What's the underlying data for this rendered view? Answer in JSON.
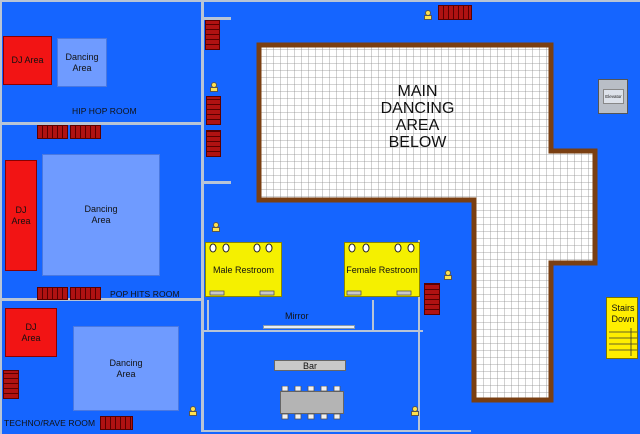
{
  "main_floor": {
    "label_lines": [
      "MAIN",
      "DANCING",
      "AREA",
      "BELOW"
    ]
  },
  "hip_hop_room": {
    "name": "HIP HOP ROOM",
    "dj": "DJ Area",
    "dance_lines": [
      "Dancing",
      "Area"
    ]
  },
  "pop_room": {
    "name": "POP HITS ROOM",
    "dj_lines": [
      "DJ",
      "Area"
    ],
    "dance_lines": [
      "Dancing",
      "Area"
    ]
  },
  "techno_room": {
    "name": "TECHNO/RAVE ROOM",
    "dj_lines": [
      "DJ",
      "Area"
    ],
    "dance_lines": [
      "Dancing",
      "Area"
    ]
  },
  "restrooms": {
    "male": "Male Restroom",
    "female": "Female Restroom"
  },
  "mirror": "Mirror",
  "bar": "Bar",
  "elevator": "Elevator",
  "stairs_lines": [
    "Stairs",
    "Down"
  ],
  "colors": {
    "floor": "#1565ff",
    "dj_area": "#f21414",
    "dance_area": "#6f9bff",
    "restroom": "#f5f000",
    "main_floor_tiles": "#ffffff",
    "main_floor_border": "#7a3f12",
    "seating": "#b01212",
    "stairs": "#ffee00"
  }
}
